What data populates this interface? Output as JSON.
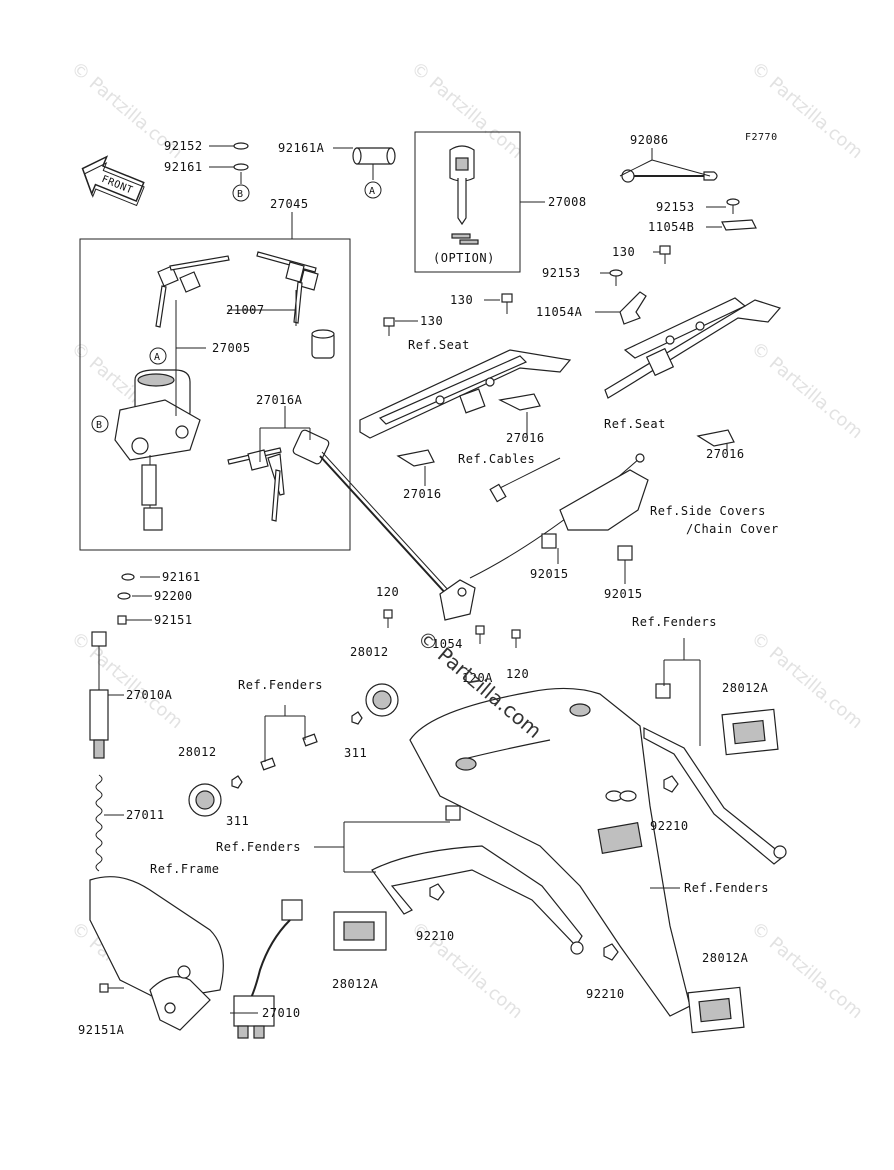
{
  "figure_code": "F2770",
  "front_label": "FRONT",
  "watermark_text": "© Partzilla.com",
  "center_watermark": "© Partzilla.com",
  "option_label": "(OPTION)",
  "callouts": {
    "A": "A",
    "B": "B"
  },
  "parts": [
    {
      "id": "92152",
      "label": "92152"
    },
    {
      "id": "92161-top",
      "label": "92161"
    },
    {
      "id": "92161A",
      "label": "92161A"
    },
    {
      "id": "27008",
      "label": "27008"
    },
    {
      "id": "92086",
      "label": "92086"
    },
    {
      "id": "92153-top",
      "label": "92153"
    },
    {
      "id": "11054B",
      "label": "11054B"
    },
    {
      "id": "130-right",
      "label": "130"
    },
    {
      "id": "92153-mid",
      "label": "92153"
    },
    {
      "id": "11054A",
      "label": "11054A"
    },
    {
      "id": "27045",
      "label": "27045"
    },
    {
      "id": "21007",
      "label": "21007"
    },
    {
      "id": "27005",
      "label": "27005"
    },
    {
      "id": "130-a",
      "label": "130"
    },
    {
      "id": "130-b",
      "label": "130"
    },
    {
      "id": "ref-seat-left",
      "label": "Ref.Seat"
    },
    {
      "id": "27016A",
      "label": "27016A"
    },
    {
      "id": "27016-mid",
      "label": "27016"
    },
    {
      "id": "27016-left",
      "label": "27016"
    },
    {
      "id": "ref-cables",
      "label": "Ref.Cables"
    },
    {
      "id": "ref-seat-right",
      "label": "Ref.Seat"
    },
    {
      "id": "27016-right",
      "label": "27016"
    },
    {
      "id": "ref-side-covers",
      "label": "Ref.Side Covers"
    },
    {
      "id": "chain-cover",
      "label": "/Chain Cover"
    },
    {
      "id": "92161-bot",
      "label": "92161"
    },
    {
      "id": "92200",
      "label": "92200"
    },
    {
      "id": "92151",
      "label": "92151"
    },
    {
      "id": "92015-a",
      "label": "92015"
    },
    {
      "id": "92015-b",
      "label": "92015"
    },
    {
      "id": "120-a",
      "label": "120"
    },
    {
      "id": "1054",
      "label": "1054"
    },
    {
      "id": "120A",
      "label": "120A"
    },
    {
      "id": "120-b",
      "label": "120"
    },
    {
      "id": "28012-top",
      "label": "28012"
    },
    {
      "id": "ref-fenders-1",
      "label": "Ref.Fenders"
    },
    {
      "id": "27010A",
      "label": "27010A"
    },
    {
      "id": "311-a",
      "label": "311"
    },
    {
      "id": "28012-mid",
      "label": "28012"
    },
    {
      "id": "311-b",
      "label": "311"
    },
    {
      "id": "27011",
      "label": "27011"
    },
    {
      "id": "ref-fenders-2",
      "label": "Ref.Fenders"
    },
    {
      "id": "28012A-top",
      "label": "28012A"
    },
    {
      "id": "92210-right",
      "label": "92210"
    },
    {
      "id": "ref-fenders-3",
      "label": "Ref.Fenders"
    },
    {
      "id": "ref-frame",
      "label": "Ref.Frame"
    },
    {
      "id": "ref-fenders-4",
      "label": "Ref.Fenders"
    },
    {
      "id": "92210-mid",
      "label": "92210"
    },
    {
      "id": "28012A-left",
      "label": "28012A"
    },
    {
      "id": "28012A-bot",
      "label": "28012A"
    },
    {
      "id": "92210-bot",
      "label": "92210"
    },
    {
      "id": "92151A",
      "label": "92151A"
    },
    {
      "id": "27010",
      "label": "27010"
    }
  ]
}
